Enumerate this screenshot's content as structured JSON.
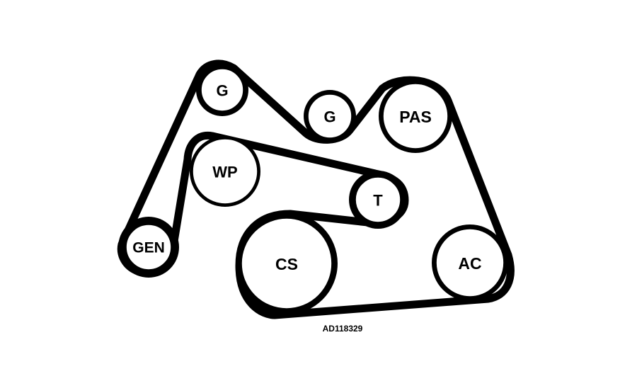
{
  "diagram": {
    "reference_code": "AD118329",
    "colors": {
      "belt": "#000000",
      "pulley_face": "#ffffff",
      "background": "#ffffff"
    },
    "pulleys": [
      {
        "id": "g-idler-upper",
        "label": "G"
      },
      {
        "id": "g-idler-middle",
        "label": "G"
      },
      {
        "id": "pas",
        "label": "PAS"
      },
      {
        "id": "wp",
        "label": "WP"
      },
      {
        "id": "t",
        "label": "T"
      },
      {
        "id": "gen",
        "label": "GEN"
      },
      {
        "id": "cs",
        "label": "CS"
      },
      {
        "id": "ac",
        "label": "AC"
      }
    ]
  }
}
